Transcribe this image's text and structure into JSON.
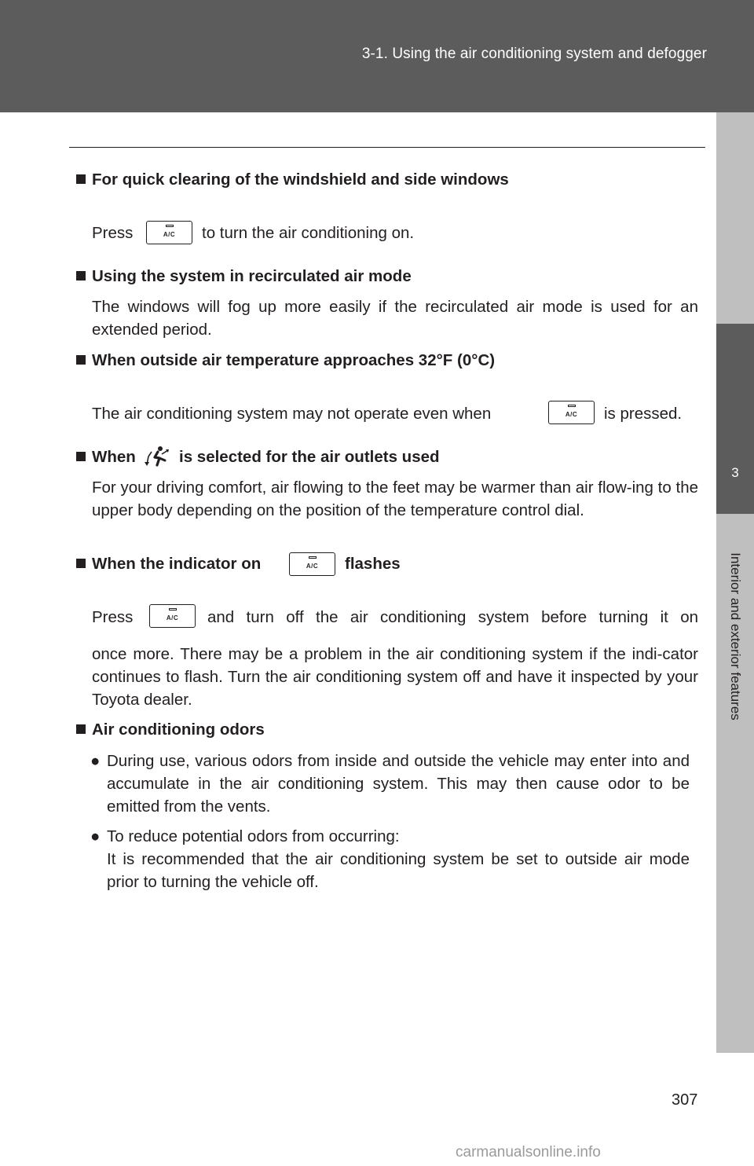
{
  "header": {
    "section": "3-1. Using the air conditioning system and defogger"
  },
  "side_tab": {
    "chapter_number": "3",
    "chapter_title": "Interior and exterior features"
  },
  "page_number": "307",
  "watermark": "carmanualsonline.info",
  "icons": {
    "ac_button_label": "A/C",
    "heading_bullet": "black-square",
    "list_bullet": "●",
    "vent_icon": "feet-and-upper-body-air-outlet"
  },
  "sections": [
    {
      "heading": "For quick clearing of the windshield and side windows",
      "text_before": "Press",
      "text_after": "to turn the air conditioning on."
    },
    {
      "heading": "Using the system in recirculated air mode",
      "text": "The windows will fog up more easily if the recirculated air mode is used for an extended period."
    },
    {
      "heading": "When outside air temperature approaches 32°F (0°C)",
      "text_before": "The air conditioning system may not operate even when",
      "text_after": "is pressed."
    },
    {
      "heading_before": "When",
      "heading_after": "is selected for the air outlets used",
      "text": "For your driving comfort, air flowing to the feet may be warmer than air flow-ing to the upper body depending on the position of the temperature control dial."
    },
    {
      "heading_before": "When the indicator on",
      "heading_after": "flashes",
      "text_before": "Press",
      "text_after": "and turn off the air conditioning system before turning it on",
      "text_rest": "once more. There may be a problem in the air conditioning system if the indi-cator continues to flash. Turn the air conditioning system off and have it inspected by your Toyota dealer."
    },
    {
      "heading": "Air conditioning odors",
      "bullets": [
        "During use, various odors from inside and outside the vehicle may enter into and accumulate in the air conditioning system. This may then cause odor to be emitted from the vents.",
        "To reduce potential odors from occurring:"
      ],
      "bullet_2_continuation": "It is recommended that the air conditioning system be set to outside air mode prior to turning the vehicle off."
    }
  ]
}
